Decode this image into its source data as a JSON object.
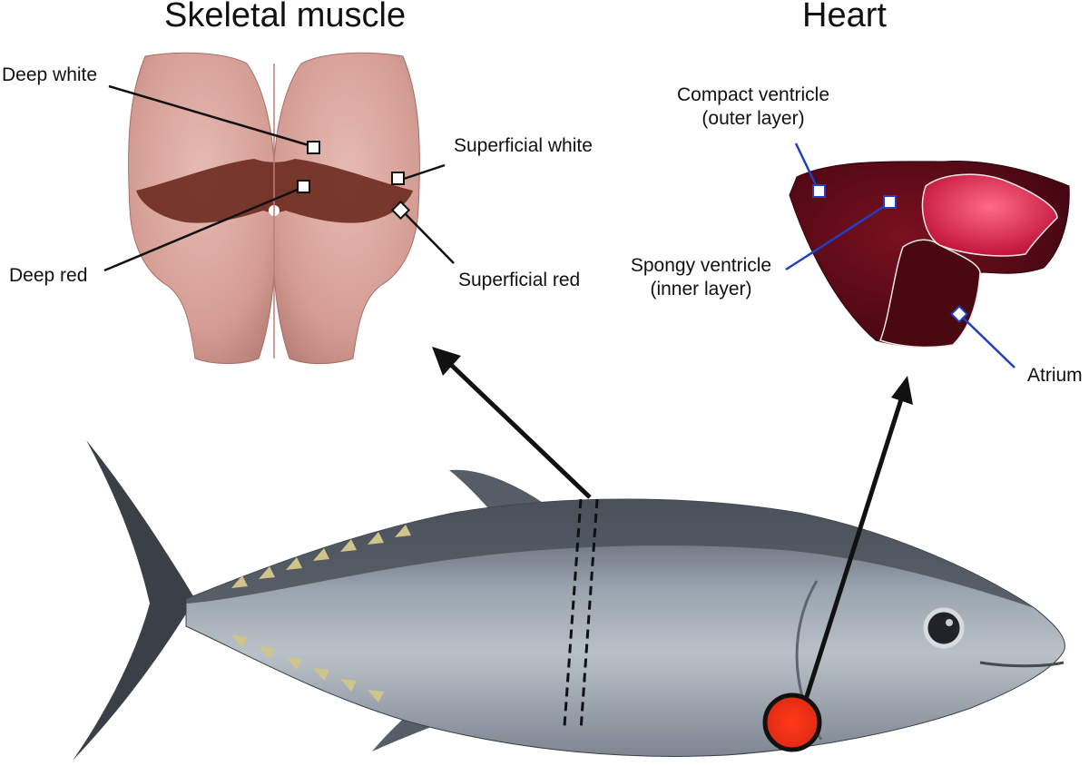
{
  "titles": {
    "muscle": "Skeletal muscle",
    "heart": "Heart"
  },
  "muscle_labels": {
    "deep_white": "Deep white",
    "superficial_white": "Superficial white",
    "deep_red": "Deep red",
    "superficial_red": "Superficial red"
  },
  "heart_labels": {
    "compact_line1": "Compact ventricle",
    "compact_line2": "(outer layer)",
    "spongy_line1": "Spongy ventricle",
    "spongy_line2": "(inner layer)",
    "atrium": "Atrium"
  },
  "colors": {
    "muscle_flesh": "#d9a79e",
    "muscle_red": "#6b2a1e",
    "heart_dark": "#5a0a14",
    "heart_bright": "#d4244a",
    "fish_body": "#8f9aa6",
    "fish_dark": "#3b4048",
    "heart_marker": "#e8301a",
    "leader_blue": "#1f3fc4"
  }
}
